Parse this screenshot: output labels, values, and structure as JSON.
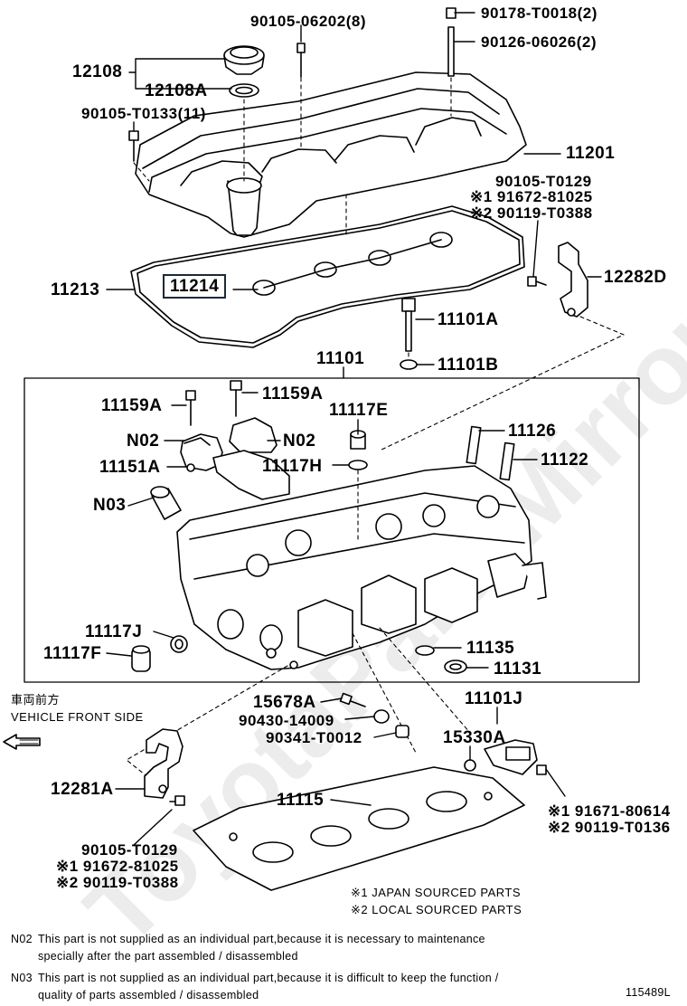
{
  "watermark": "ToyotaPartsMirror.ru",
  "labels": {
    "p90105_06202": "90105-06202(8)",
    "p90178_T0018": "90178-T0018(2)",
    "p90126_06026": "90126-06026(2)",
    "p12108": "12108",
    "p12108A": "12108A",
    "p90105_T0133": "90105-T0133(11)",
    "p11201": "11201",
    "p90105_T0129_top": "90105-T0129",
    "p91672_81025_top": "※1 91672-81025",
    "p90119_T0388_top": "※2 90119-T0388",
    "p11213": "11213",
    "p11214": "11214",
    "p12282D": "12282D",
    "p11101A": "11101A",
    "p11101B": "11101B",
    "p11101": "11101",
    "p11159A_left": "11159A",
    "p11159A_right": "11159A",
    "p11117E": "11117E",
    "pN02_left": "N02",
    "pN02_right": "N02",
    "p11126": "11126",
    "p11151A": "11151A",
    "p11117H": "11117H",
    "p11122": "11122",
    "pN03": "N03",
    "p11117J": "11117J",
    "p11117F": "11117F",
    "p11135": "11135",
    "p11131": "11131",
    "p15678A": "15678A",
    "p90430_14009": "90430-14009",
    "p90341_T0012": "90341-T0012",
    "p11101J": "11101J",
    "p15330A": "15330A",
    "p12281A": "12281A",
    "p11115": "11115",
    "p91671_80614": "※1 91671-80614",
    "p90119_T0136": "※2 90119-T0136",
    "p90105_T0129_bot": "90105-T0129",
    "p91672_81025_bot": "※1 91672-81025",
    "p90119_T0388_bot": "※2 90119-T0388"
  },
  "front": {
    "jp": "車両前方",
    "en": "VEHICLE FRONT SIDE"
  },
  "legend": {
    "line1": "※1 JAPAN SOURCED PARTS",
    "line2": "※2 LOCAL SOURCED PARTS"
  },
  "notes": {
    "n02_code": "N02",
    "n02_line1": "This part is not supplied as an individual part,because it is necessary to maintenance",
    "n02_line2": "specially after the part assembled / disassembled",
    "n03_code": "N03",
    "n03_line1": "This part is not supplied as an individual part,because it is difficult to keep the function /",
    "n03_line2": "quality of parts assembled / disassembled"
  },
  "figure_id": "115489L"
}
